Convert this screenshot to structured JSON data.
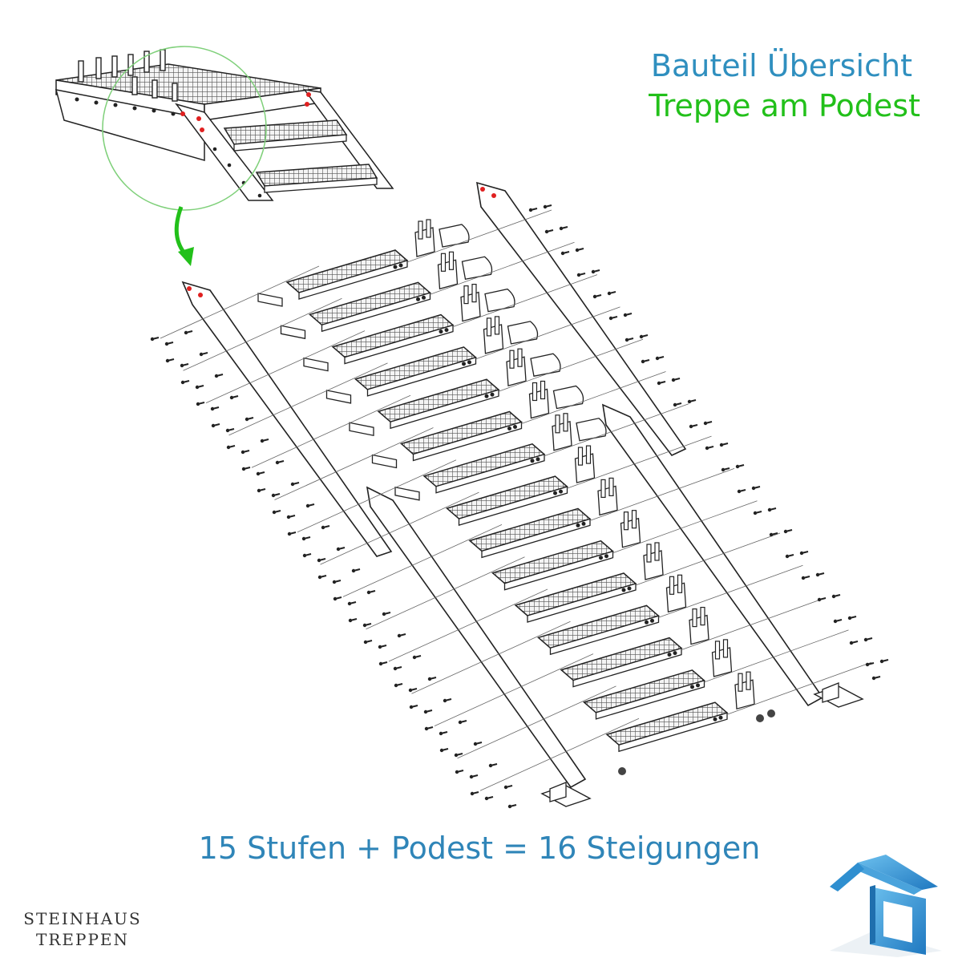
{
  "header": {
    "title_line1": "Bauteil Übersicht",
    "title_line2": "Treppe am Podest"
  },
  "caption": "15 Stufen + Podest = 16 Steigungen",
  "brand": {
    "line1": "STEINHAUS",
    "line2": "TREPPEN"
  },
  "diagram": {
    "step_count": 15,
    "colors": {
      "line": "#222222",
      "accent_green": "#22c01a",
      "detail_circle": "#7fd07a",
      "highlight_red": "#e02020",
      "logo_blue": "#2f8fd0"
    },
    "icons": [
      "detail-magnifier-icon",
      "curved-arrow-icon",
      "house-logo-icon"
    ]
  }
}
